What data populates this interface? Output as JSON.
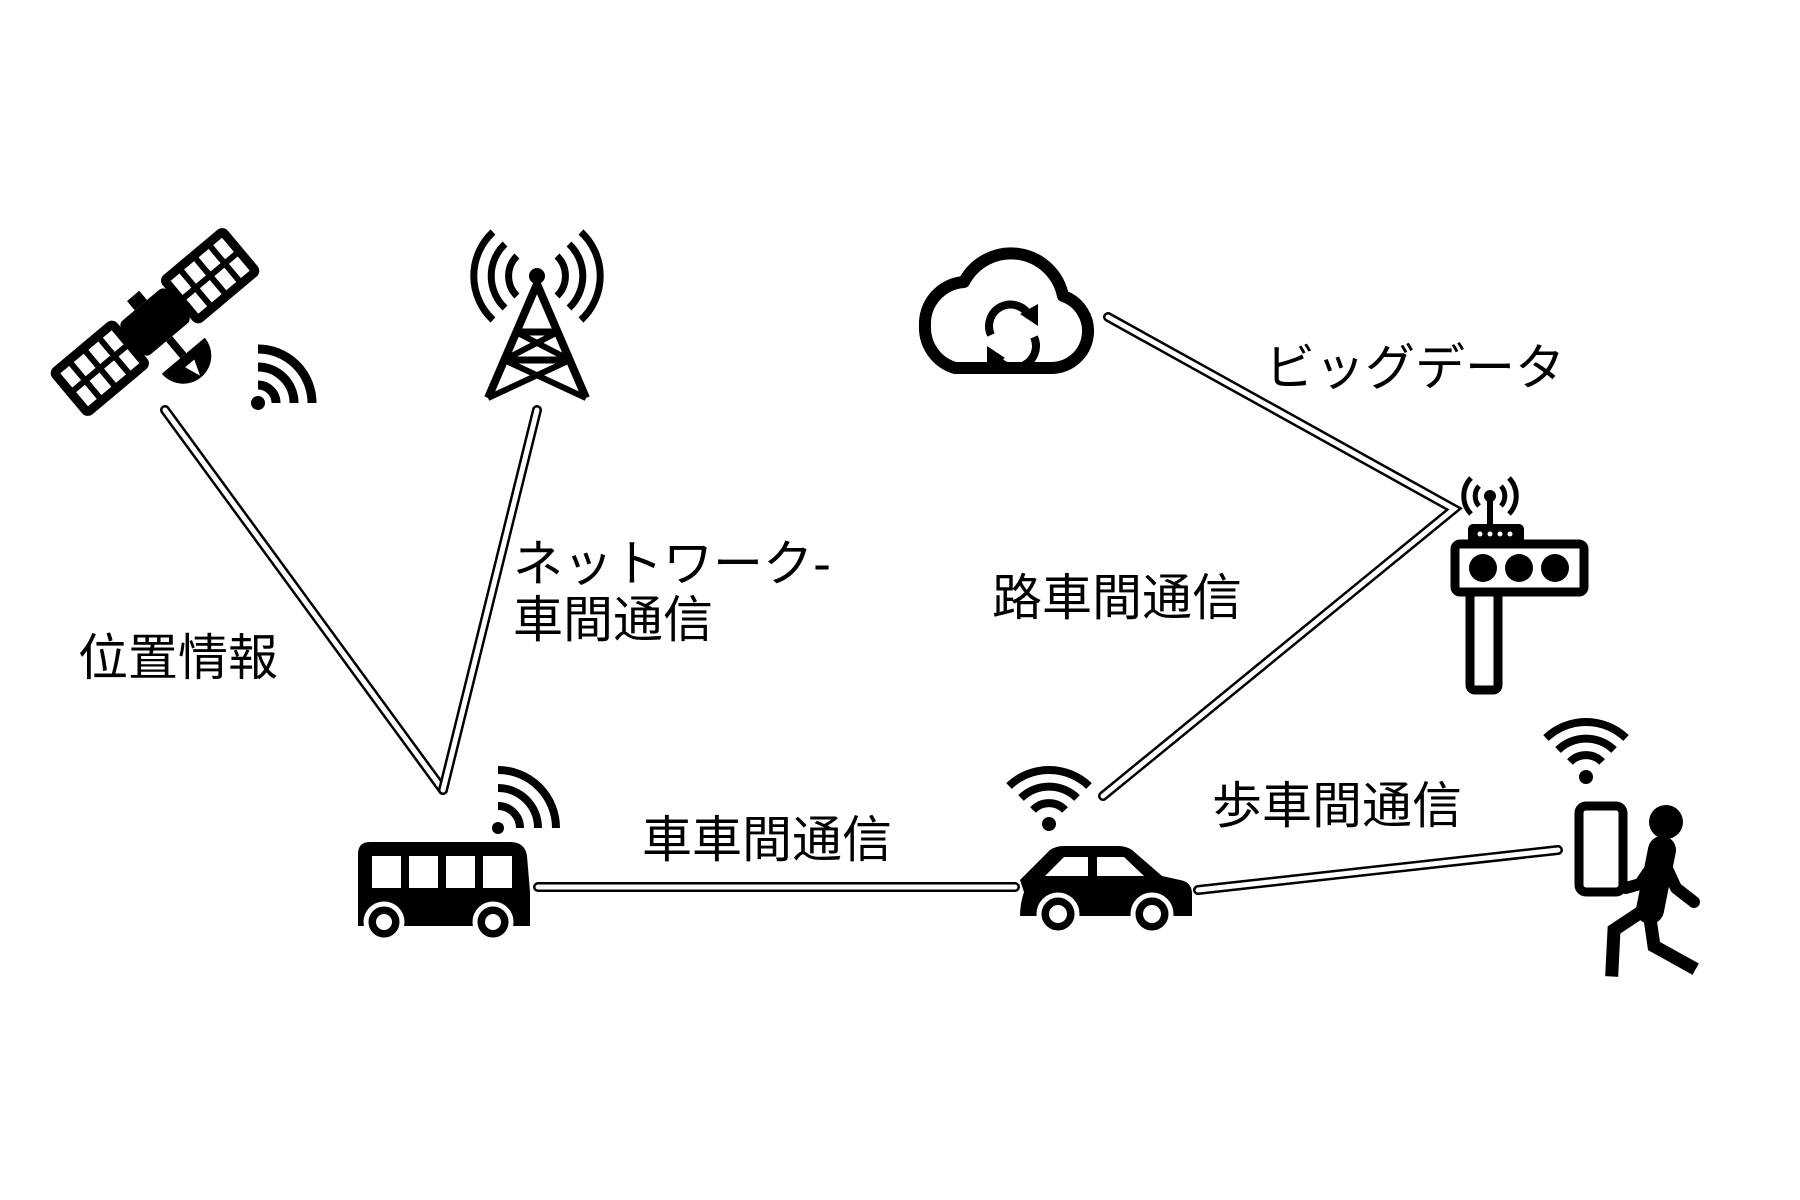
{
  "colors": {
    "ink": "#000000",
    "background": "#ffffff",
    "link_fill": "#ffffff"
  },
  "nodes": [
    {
      "id": "satellite",
      "icon": "satellite-icon"
    },
    {
      "id": "cell-tower",
      "icon": "cell-tower-icon"
    },
    {
      "id": "cloud",
      "icon": "cloud-sync-icon"
    },
    {
      "id": "roadside-unit",
      "icon": "traffic-signal-icon"
    },
    {
      "id": "bus",
      "icon": "bus-icon"
    },
    {
      "id": "car",
      "icon": "car-icon"
    },
    {
      "id": "pedestrian",
      "icon": "pedestrian-with-phone-icon"
    }
  ],
  "links": [
    {
      "from": "satellite",
      "to": "bus"
    },
    {
      "from": "cell-tower",
      "to": "bus"
    },
    {
      "from": "bus",
      "to": "car"
    },
    {
      "from": "car",
      "to": "roadside-unit"
    },
    {
      "from": "roadside-unit",
      "to": "cloud"
    },
    {
      "from": "car",
      "to": "pedestrian"
    }
  ],
  "labels": {
    "position_info": "位置情報",
    "network_line1": "ネットワーク-",
    "network_line2": "車間通信",
    "v2v": "車車間通信",
    "road_to_vehicle": "路車間通信",
    "big_data": "ビッグデータ",
    "pedestrian_to_vehicle": "歩車間通信"
  }
}
